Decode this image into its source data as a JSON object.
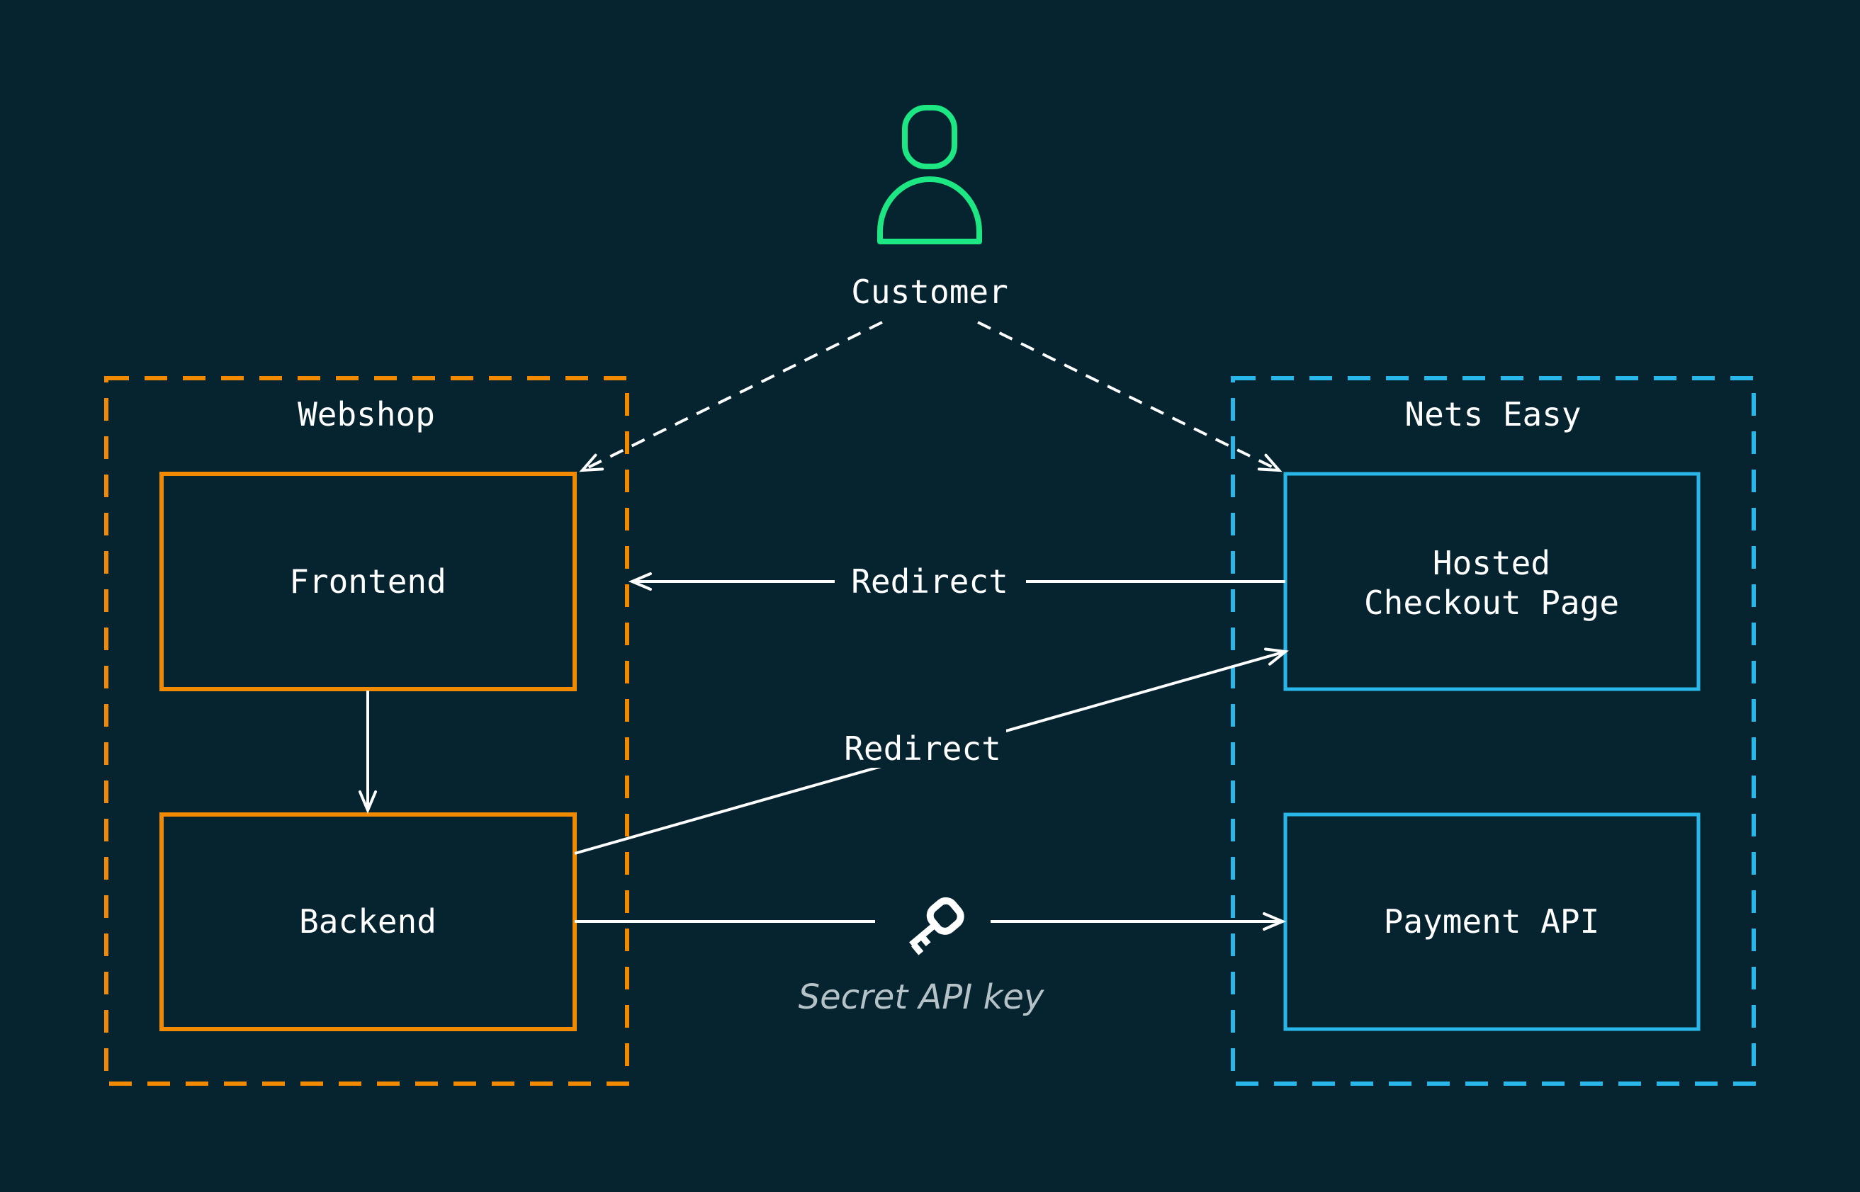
{
  "colors": {
    "background": "#052430",
    "webshop_accent": "#F18A00",
    "nets_easy_accent": "#29B6E8",
    "customer_accent": "#1CE783",
    "line": "#FFFFFF",
    "muted_label": "#B5C2C7"
  },
  "customer": {
    "label": "Customer",
    "icon": "person-icon"
  },
  "webshop": {
    "label": "Webshop",
    "boxes": {
      "frontend": {
        "label": "Frontend"
      },
      "backend": {
        "label": "Backend"
      }
    }
  },
  "nets_easy": {
    "label": "Nets Easy",
    "boxes": {
      "hosted_checkout": {
        "label": "Hosted Checkout Page",
        "line1": "Hosted",
        "line2": "Checkout Page"
      },
      "payment_api": {
        "label": "Payment API"
      }
    }
  },
  "connections": {
    "customer_to_frontend": {
      "style": "dashed-arrow"
    },
    "customer_to_checkout": {
      "style": "dashed-arrow"
    },
    "frontend_to_backend": {
      "style": "solid-arrow"
    },
    "checkout_to_frontend": {
      "label": "Redirect"
    },
    "backend_to_checkout": {
      "label": "Redirect"
    },
    "backend_to_payment": {
      "label": "Secret API key",
      "icon": "key-icon"
    }
  }
}
